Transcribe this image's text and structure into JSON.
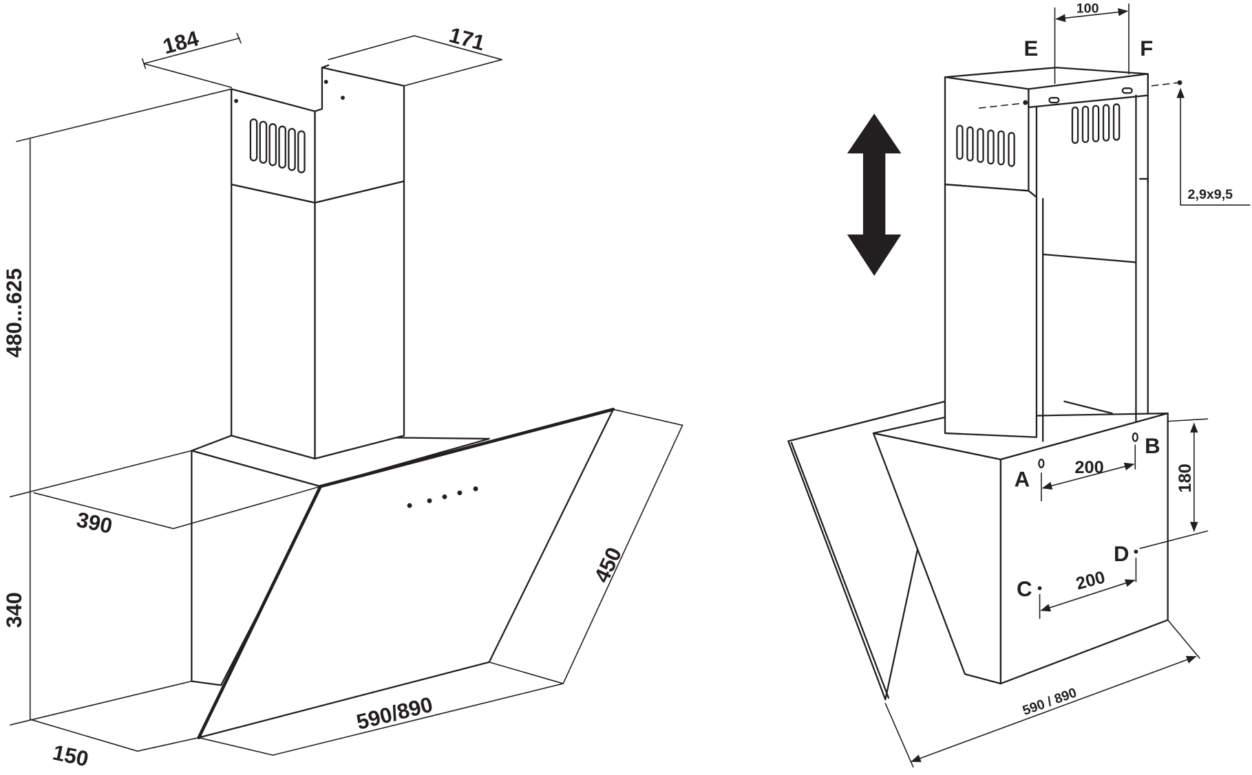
{
  "left_view": {
    "dim_chimney_width": "184",
    "dim_chimney_depth": "171",
    "dim_chimney_height": "480...625",
    "dim_body_depth": "390",
    "dim_body_height": "340",
    "dim_bottom_depth": "150",
    "dim_width": "590/890",
    "dim_glass": "450"
  },
  "right_view": {
    "dim_bracket_spacing": "100",
    "label_e": "E",
    "label_f": "F",
    "screw_size": "2,9x9,5",
    "label_a": "A",
    "label_b": "B",
    "dim_ab": "200",
    "dim_vertical": "180",
    "label_c": "C",
    "label_d": "D",
    "dim_cd": "200",
    "dim_width": "590 / 890"
  },
  "colors": {
    "ink": "#231f20",
    "background": "#ffffff"
  }
}
